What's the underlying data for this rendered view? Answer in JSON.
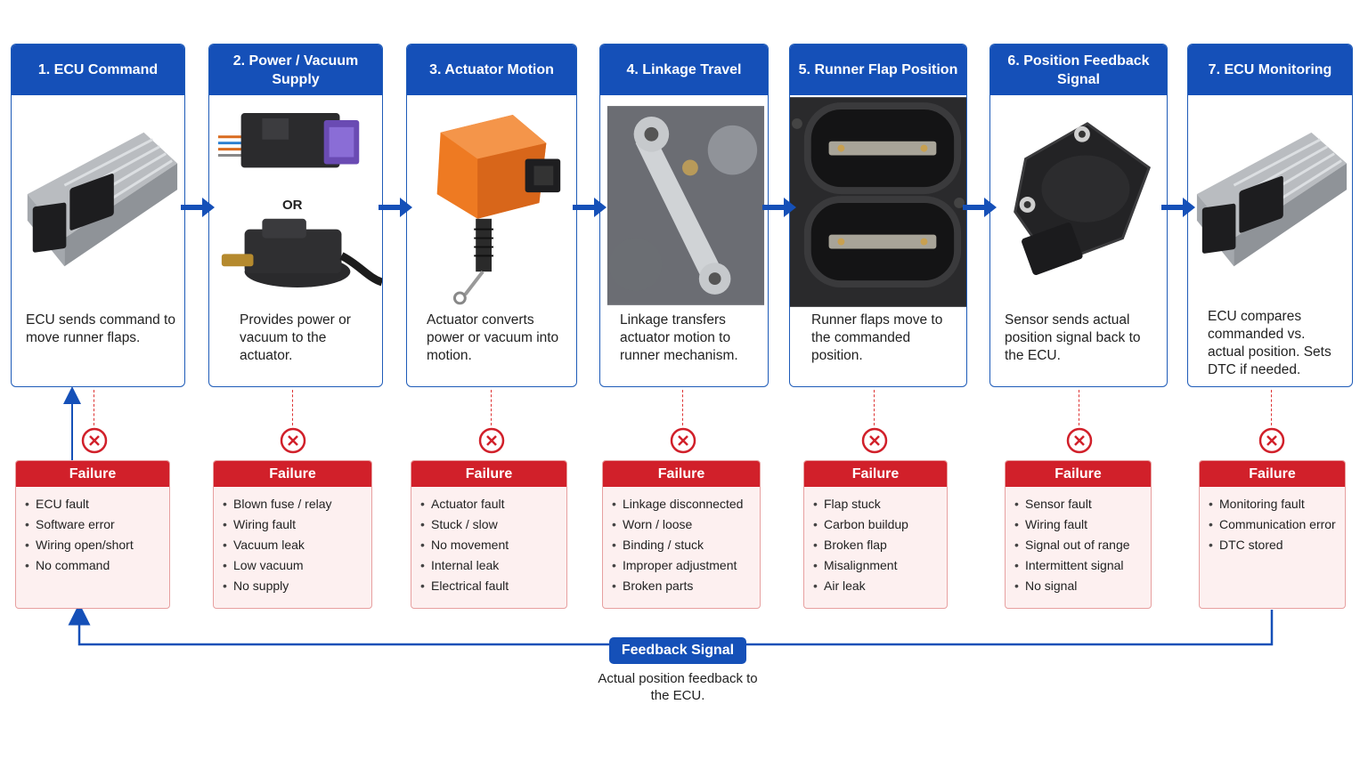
{
  "steps": [
    {
      "title": "1. ECU Command",
      "description": "ECU sends command to move runner flaps."
    },
    {
      "title": "2. Power / Vacuum Supply",
      "description": "Provides power or vacuum to the actuator.",
      "or_label": "OR"
    },
    {
      "title": "3. Actuator Motion",
      "description": "Actuator converts power or vacuum into motion."
    },
    {
      "title": "4. Linkage Travel",
      "description": "Linkage transfers actuator motion to runner mechanism."
    },
    {
      "title": "5. Runner Flap Position",
      "description": "Runner flaps move to the commanded position."
    },
    {
      "title": "6. Position Feedback Signal",
      "description": "Sensor sends actual position signal back to the ECU."
    },
    {
      "title": "7. ECU Monitoring",
      "description": "ECU compares commanded vs. actual position. Sets DTC if needed."
    }
  ],
  "failures": [
    {
      "title": "Failure",
      "items": [
        "ECU fault",
        "Software error",
        "Wiring open/short",
        "No command"
      ]
    },
    {
      "title": "Failure",
      "items": [
        "Blown fuse / relay",
        "Wiring fault",
        "Vacuum leak",
        "Low vacuum",
        "No supply"
      ]
    },
    {
      "title": "Failure",
      "items": [
        "Actuator fault",
        "Stuck / slow",
        "No movement",
        "Internal leak",
        "Electrical fault"
      ]
    },
    {
      "title": "Failure",
      "items": [
        "Linkage disconnected",
        "Worn / loose",
        "Binding / stuck",
        "Improper adjustment",
        "Broken parts"
      ]
    },
    {
      "title": "Failure",
      "items": [
        "Flap stuck",
        "Carbon buildup",
        "Broken flap",
        "Misalignment",
        "Air leak"
      ]
    },
    {
      "title": "Failure",
      "items": [
        "Sensor fault",
        "Wiring fault",
        "Signal out of range",
        "Intermittent signal",
        "No signal"
      ]
    },
    {
      "title": "Failure",
      "items": [
        "Monitoring fault",
        "Communication error",
        "DTC stored"
      ]
    }
  ],
  "feedback": {
    "badge": "Feedback Signal",
    "caption": "Actual position feedback to the ECU."
  },
  "colors": {
    "header_blue": "#1550b8",
    "failure_red": "#d1202a",
    "failure_bg": "#fdf0f0",
    "actuator_orange": "#ee7a22"
  }
}
